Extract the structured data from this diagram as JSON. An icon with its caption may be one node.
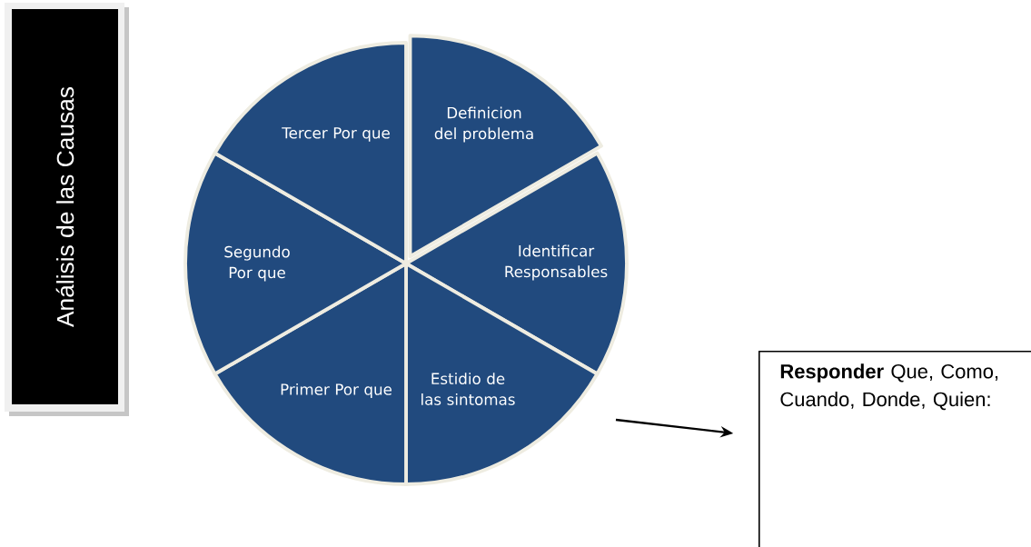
{
  "diagram": {
    "nodes": [
      {
        "text": [
          "Análisis de las Causas"
        ]
      },
      {
        "text": [
          "Definicion del problema"
        ]
      },
      {
        "text": [
          "Identificar Responsables"
        ]
      },
      {
        "text": [
          "Estidio de las sintomas"
        ]
      },
      {
        "text": [
          "Primer Por que"
        ]
      },
      {
        "text": [
          "Segundo Por que"
        ]
      },
      {
        "text": [
          "Tercer Por que"
        ]
      },
      {
        "text": [
          "**Responder** Que, Como, Cuando, Donde, Quien:"
        ]
      }
    ],
    "edges": [
      {
        "from": null,
        "to": 7,
        "arrow": "to"
      }
    ]
  }
}
